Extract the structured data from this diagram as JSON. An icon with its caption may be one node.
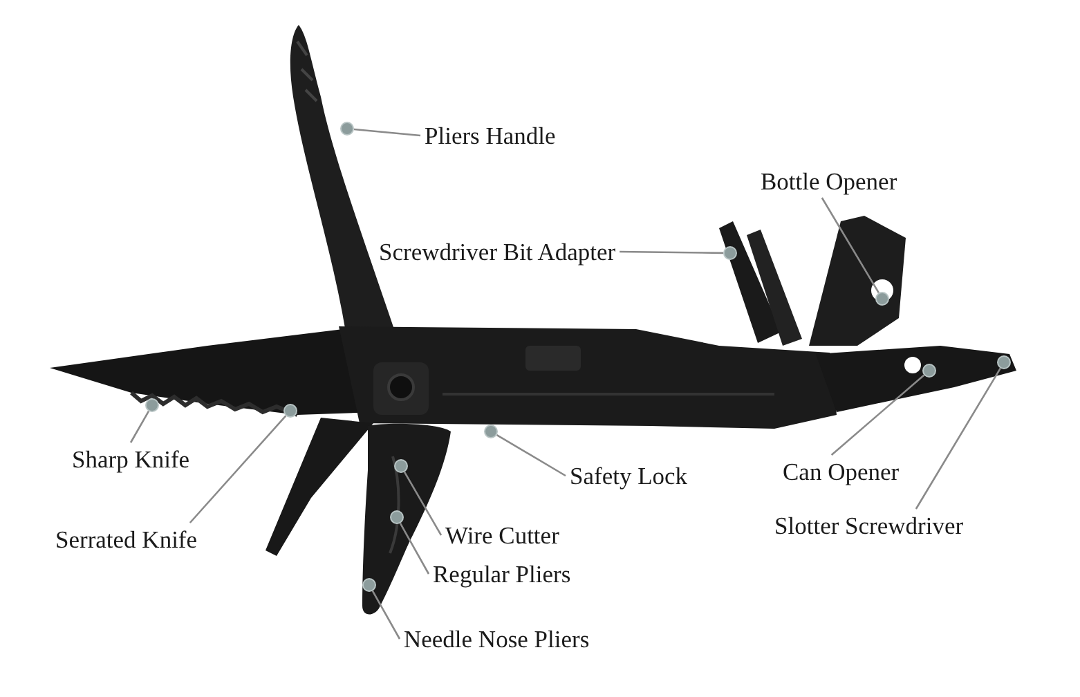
{
  "diagram": {
    "nodes": [
      {
        "text": [
          "Pliers Handle"
        ]
      },
      {
        "text": [
          "Bottle Opener"
        ]
      },
      {
        "text": [
          "Screwdriver Bit Adapter"
        ]
      },
      {
        "text": [
          "Sharp Knife"
        ]
      },
      {
        "text": [
          "Safety Lock"
        ]
      },
      {
        "text": [
          "Can Opener"
        ]
      },
      {
        "text": [
          "Slotter Screwdriver"
        ]
      },
      {
        "text": [
          "Wire Cutter"
        ]
      },
      {
        "text": [
          "Serrated Knife"
        ]
      },
      {
        "text": [
          "Regular Pliers"
        ]
      },
      {
        "text": [
          "Needle Nose Pliers"
        ]
      },
      {
        "text": [],
        "shape": "circle"
      },
      {
        "text": [],
        "shape": "circle"
      },
      {
        "text": [],
        "shape": "circle"
      },
      {
        "text": [],
        "shape": "circle"
      },
      {
        "text": [],
        "shape": "circle"
      },
      {
        "text": [],
        "shape": "circle"
      },
      {
        "text": [],
        "shape": "circle"
      },
      {
        "text": [],
        "shape": "circle"
      },
      {
        "text": [],
        "shape": "circle"
      },
      {
        "text": [],
        "shape": "circle"
      },
      {
        "text": [],
        "shape": "circle"
      }
    ],
    "edges": [
      {
        "from": 0,
        "to": 11,
        "arrow": "none"
      },
      {
        "from": 1,
        "to": 12,
        "arrow": "none"
      },
      {
        "from": 2,
        "to": 13,
        "arrow": "none"
      },
      {
        "from": 3,
        "to": 14,
        "arrow": "none"
      },
      {
        "from": 4,
        "to": 15,
        "arrow": "none"
      },
      {
        "from": 5,
        "to": 16,
        "arrow": "none"
      },
      {
        "from": 6,
        "to": 17,
        "arrow": "none"
      },
      {
        "from": 7,
        "to": 18,
        "arrow": "none"
      },
      {
        "from": 8,
        "to": 19,
        "arrow": "none"
      },
      {
        "from": 9,
        "to": 20,
        "arrow": "none"
      },
      {
        "from": 10,
        "to": 21,
        "arrow": "none"
      }
    ]
  }
}
